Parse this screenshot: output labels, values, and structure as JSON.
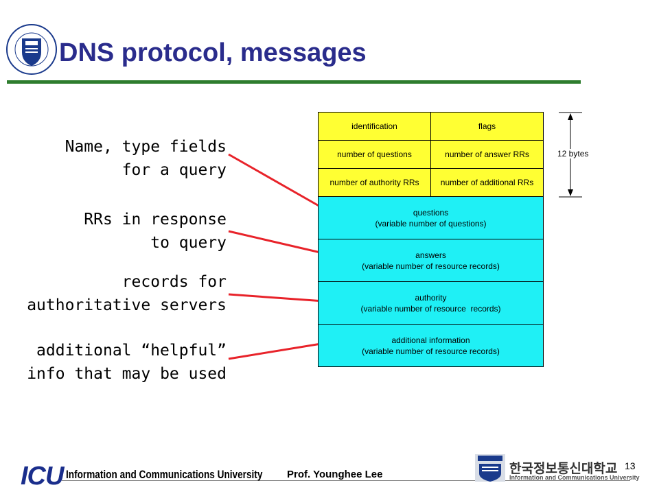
{
  "title": "DNS protocol, messages",
  "labels": {
    "query": [
      "Name, type fields",
      "for a query"
    ],
    "response": [
      "RRs in response",
      "to query"
    ],
    "authority": [
      "records for",
      "authoritative servers"
    ],
    "additional": [
      "additional “helpful”",
      "info that may be used"
    ]
  },
  "header_rows": [
    [
      "identification",
      "flags"
    ],
    [
      "number of questions",
      "number of answer RRs"
    ],
    [
      "number of authority RRs",
      "number of additional RRs"
    ]
  ],
  "sections": [
    {
      "name": "questions",
      "desc": "(variable number of questions)"
    },
    {
      "name": "answers",
      "desc": "(variable number of resource records)"
    },
    {
      "name": "authority",
      "desc": "(variable number of resource  records)"
    },
    {
      "name": "additional information",
      "desc": "(variable number of resource records)"
    }
  ],
  "header_size": "12 bytes",
  "footer": {
    "icu": "ICU",
    "university": "Information and Communications University",
    "professor": "Prof. Younghee Lee",
    "korean": "한국정보통신대학교",
    "korean_sub": "Information and Communications University",
    "page": "13"
  },
  "colors": {
    "title": "#2a2c8c",
    "header_fill": "#ffff33",
    "section_fill": "#1ff0f5",
    "arrow": "#e8232a",
    "title_rule": "#2e7d2e"
  },
  "icons": [
    "icu-seal-logo",
    "icu-footer-logo"
  ]
}
